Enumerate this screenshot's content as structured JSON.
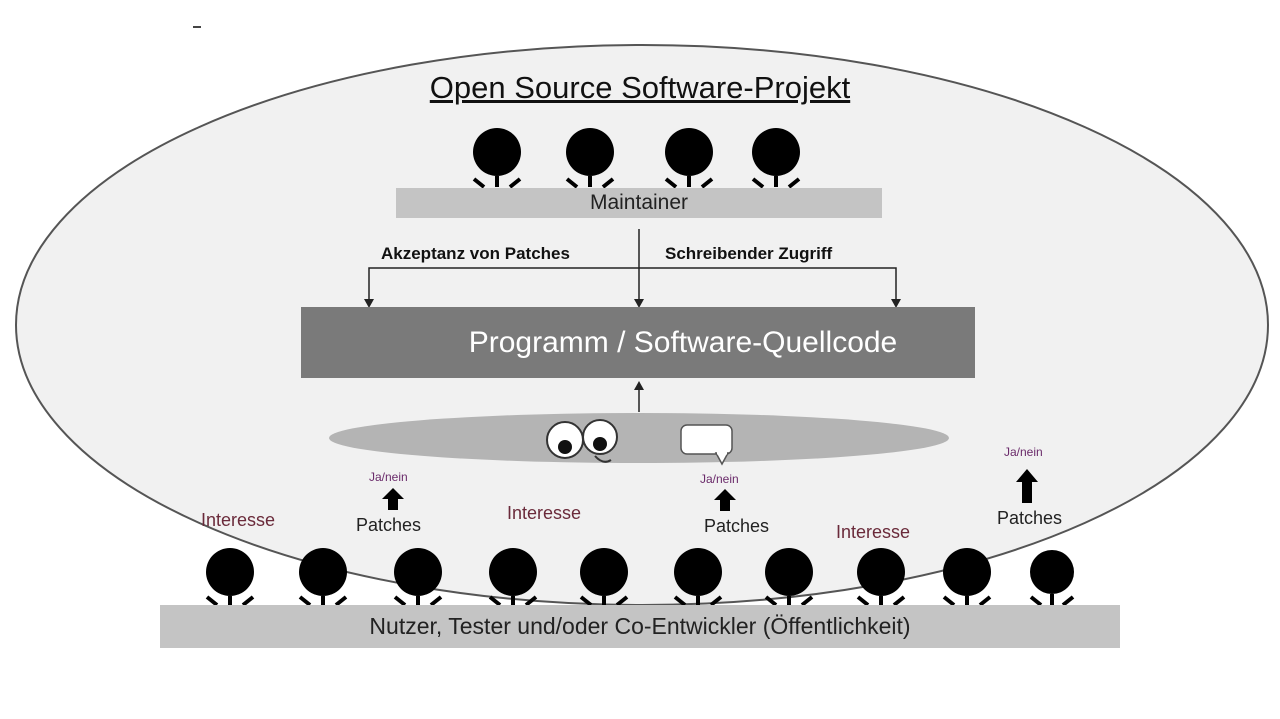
{
  "title": "Open Source Software-Projekt",
  "maintainer_label": "Maintainer",
  "code_label": "Programm / Software-Quellcode",
  "public_label": "Nutzer, Tester und/oder Co-Entwickler (Öffentlichkeit)",
  "edge_labels": {
    "accept": "Akzeptanz von Patches",
    "write": "Schreibender Zugriff"
  },
  "annotations": {
    "interest_1": "Interesse",
    "interest_2": "Interesse",
    "interest_3": "Interesse",
    "patches_1": "Patches",
    "patches_2": "Patches",
    "patches_3": "Patches",
    "yesno_1": "Ja/nein",
    "yesno_2": "Ja/nein",
    "yesno_3": "Ja/nein"
  }
}
